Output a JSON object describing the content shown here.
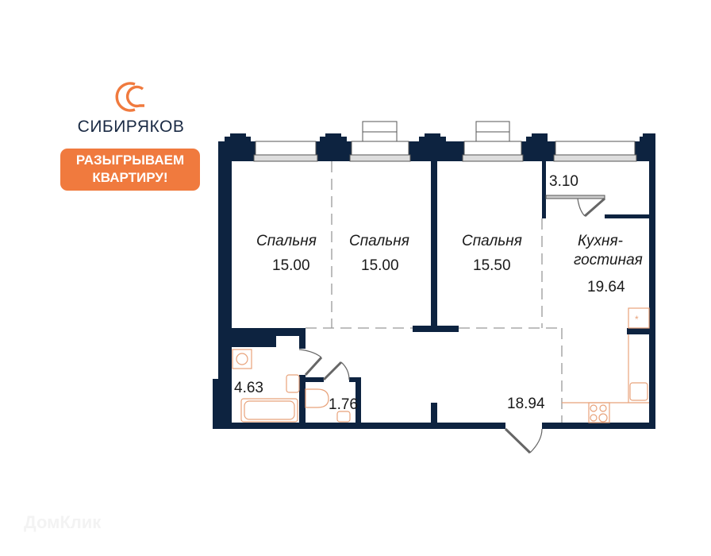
{
  "brand": {
    "name": "СИБИРЯКОВ",
    "promo_line1": "РАЗЫГРЫВАЕМ",
    "promo_line2": "КВАРТИРУ!",
    "accent": "#f07a3e"
  },
  "colors": {
    "wall": "#0d2340",
    "fixture": "#e8a27a"
  },
  "rooms": [
    {
      "name": "Спальня",
      "area": "15.00"
    },
    {
      "name": "Спальня",
      "area": "15.00"
    },
    {
      "name": "Спальня",
      "area": "15.50"
    },
    {
      "name_line1": "Кухня-",
      "name_line2": "гостиная",
      "area": "19.64"
    },
    {
      "area": "3.10"
    },
    {
      "area": "4.63"
    },
    {
      "area": "1.76"
    },
    {
      "area": "18.94"
    }
  ],
  "watermark": "ДомКлик"
}
